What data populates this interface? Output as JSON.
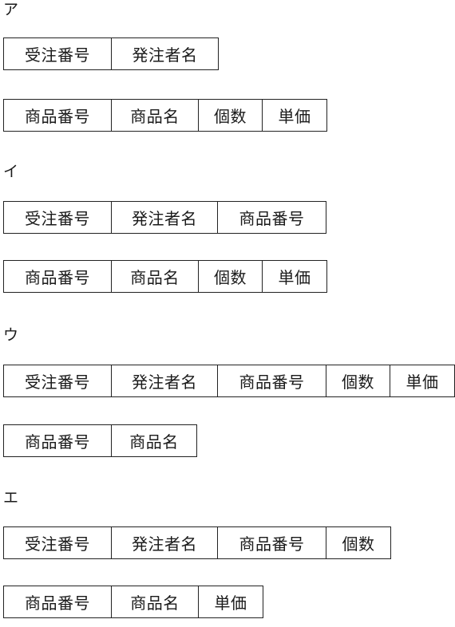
{
  "options": [
    {
      "label": "ア",
      "tables": [
        {
          "columns": [
            "受注番号",
            "発注者名"
          ]
        },
        {
          "columns": [
            "商品番号",
            "商品名",
            "個数",
            "単価"
          ]
        }
      ]
    },
    {
      "label": "イ",
      "tables": [
        {
          "columns": [
            "受注番号",
            "発注者名",
            "商品番号"
          ]
        },
        {
          "columns": [
            "商品番号",
            "商品名",
            "個数",
            "単価"
          ]
        }
      ]
    },
    {
      "label": "ウ",
      "tables": [
        {
          "columns": [
            "受注番号",
            "発注者名",
            "商品番号",
            "個数",
            "単価"
          ]
        },
        {
          "columns": [
            "商品番号",
            "商品名"
          ]
        }
      ]
    },
    {
      "label": "エ",
      "tables": [
        {
          "columns": [
            "受注番号",
            "発注者名",
            "商品番号",
            "個数"
          ]
        },
        {
          "columns": [
            "商品番号",
            "商品名",
            "単価"
          ]
        }
      ]
    }
  ]
}
